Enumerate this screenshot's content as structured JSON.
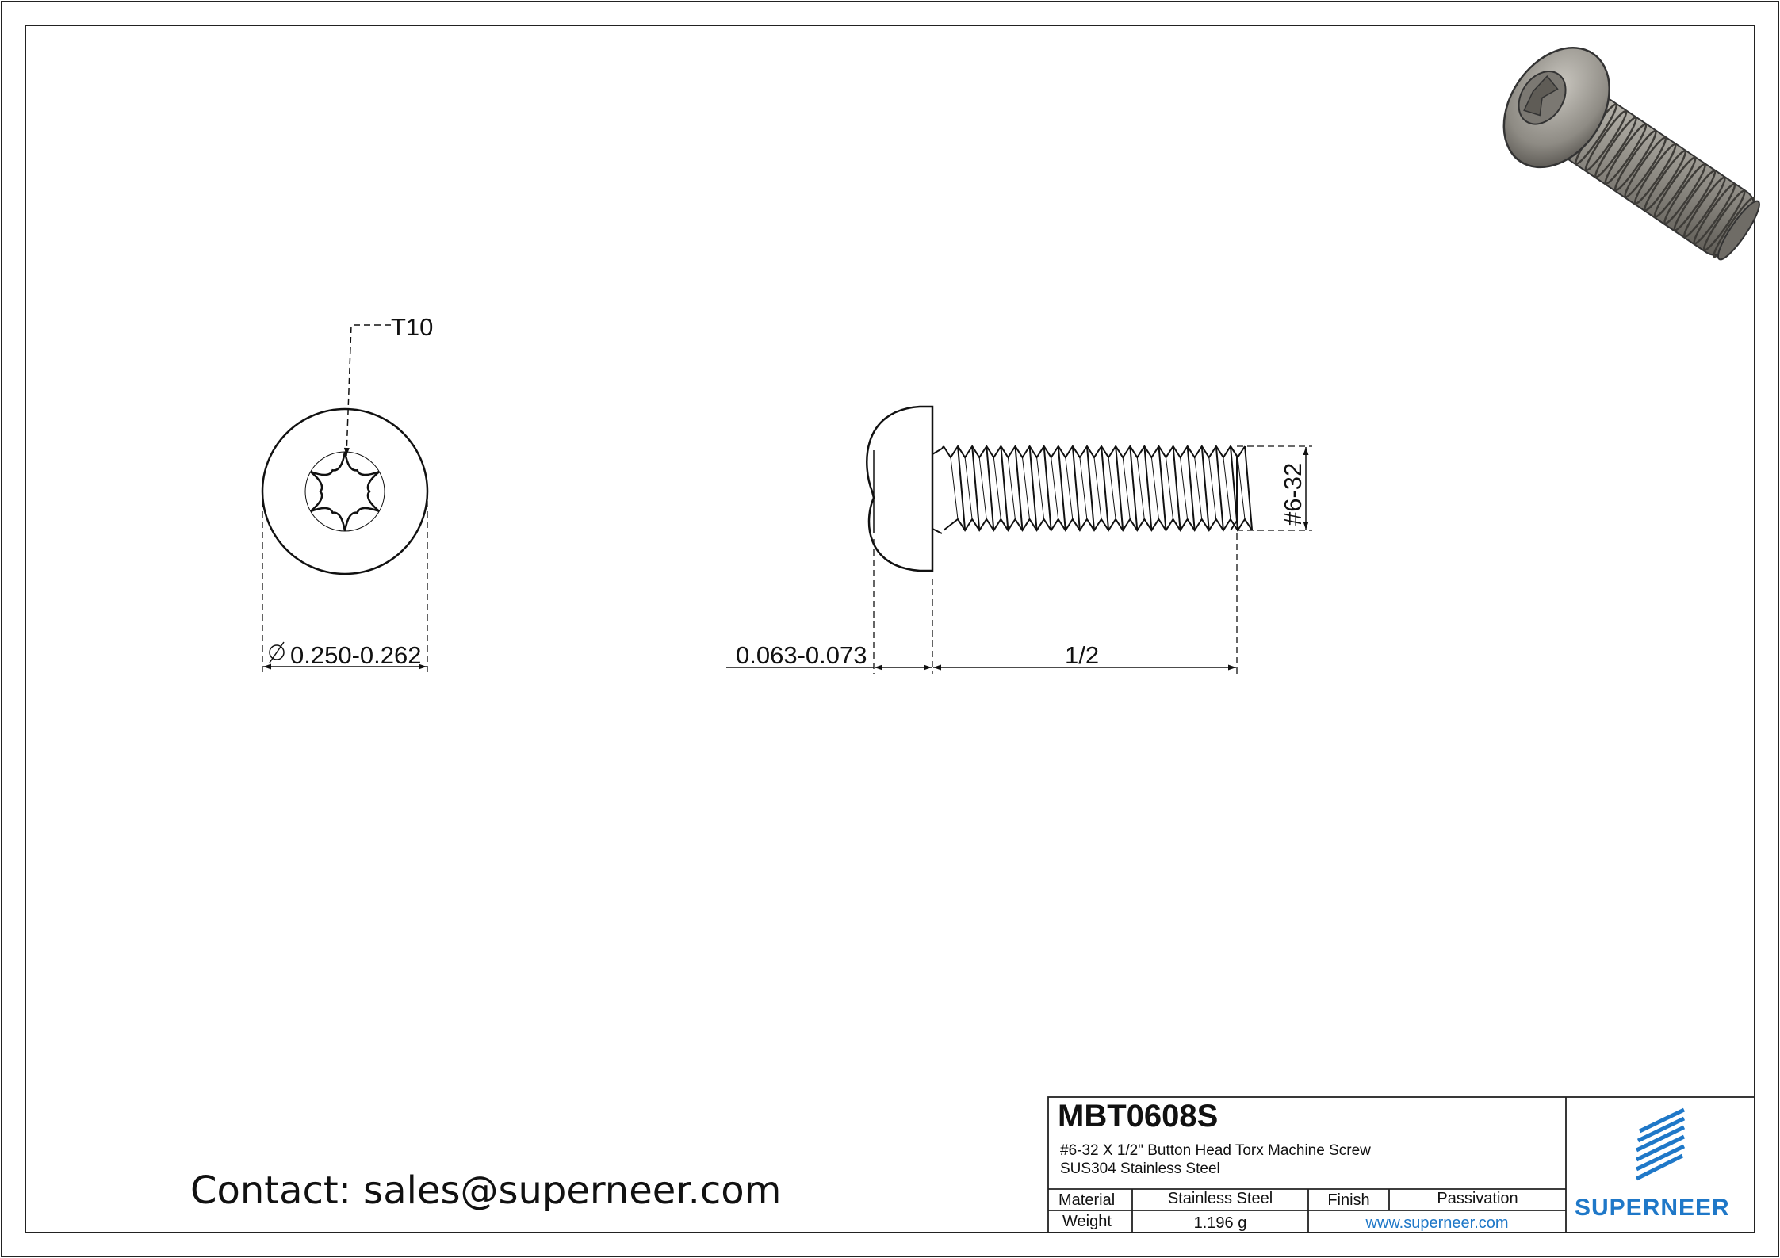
{
  "drawing": {
    "drive_callout": "T10",
    "head_diameter_dim": "0.250-0.262",
    "head_height_dim": "0.063-0.073",
    "length_dim": "1/2",
    "thread_dim": "#6-32"
  },
  "title_block": {
    "part_number": "MBT0608S",
    "description_line1": "#6-32  X  1/2\"  Button Head Torx Machine Screw",
    "description_line2": "SUS304 Stainless Steel",
    "material_label": "Material",
    "material_value": "Stainless Steel",
    "finish_label": "Finish",
    "finish_value": "Passivation",
    "weight_label": "Weight",
    "weight_value": "1.196 g",
    "website": "www.superneer.com",
    "brand_name": "SUPERNEER",
    "brand_color": "#1f78c8"
  },
  "contact": {
    "text": "Contact: sales@superneer.com"
  },
  "icons": {
    "diameter_symbol": "diameter-symbol-icon",
    "logo": "superneer-logo-icon",
    "render": "screw-3d-render"
  }
}
